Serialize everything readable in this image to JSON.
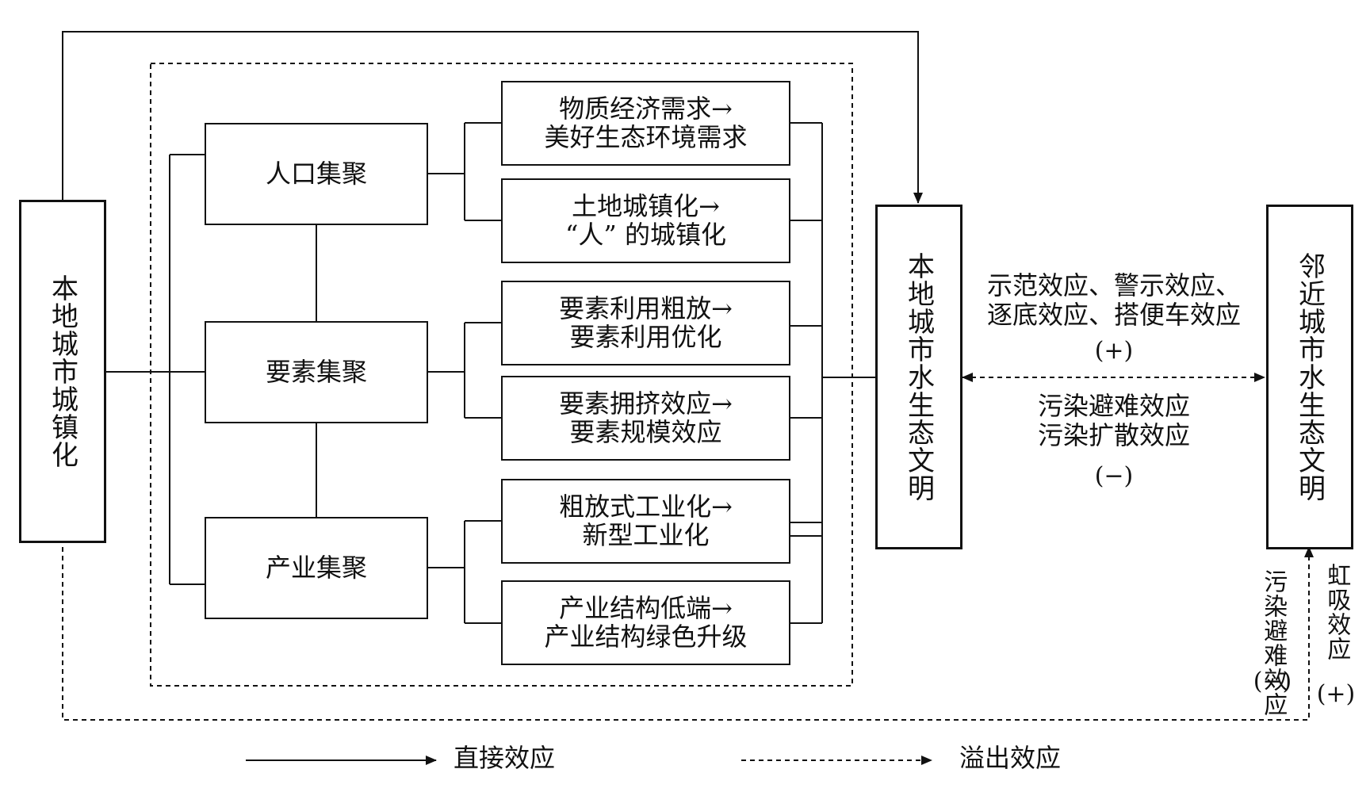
{
  "urbanization": "本地城市城镇化",
  "local_eco": "本地城市水生态文明",
  "neighbor_eco": "邻近城市水生态文明",
  "clusters": [
    {
      "label": "人口集聚"
    },
    {
      "label": "要素集聚"
    },
    {
      "label": "产业集聚"
    }
  ],
  "effects": [
    {
      "line1": "物质经济需求→",
      "line2": "美好生态环境需求"
    },
    {
      "line1": "土地城镇化→",
      "line2": "“人” 的城镇化"
    },
    {
      "line1": "要素利用粗放→",
      "line2": "要素利用优化"
    },
    {
      "line1": "要素拥挤效应→",
      "line2": "要素规模效应"
    },
    {
      "line1": "粗放式工业化→",
      "line2": "新型工业化"
    },
    {
      "line1": "产业结构低端→",
      "line2": "产业结构绿色升级"
    }
  ],
  "spillover_positive": {
    "line1": "示范效应、警示效应、",
    "line2": "逐底效应、搭便车效应",
    "sign": "(+)"
  },
  "spillover_negative": {
    "line1": "污染避难效应",
    "line2": "污染扩散效应",
    "sign": "(−)"
  },
  "bottom_left": {
    "text": "污染避难效应",
    "sign": "(−)"
  },
  "bottom_right": {
    "text": "虹吸效应",
    "sign": "(+)"
  },
  "legend": {
    "direct": "直接效应",
    "spillover": "溢出效应"
  }
}
